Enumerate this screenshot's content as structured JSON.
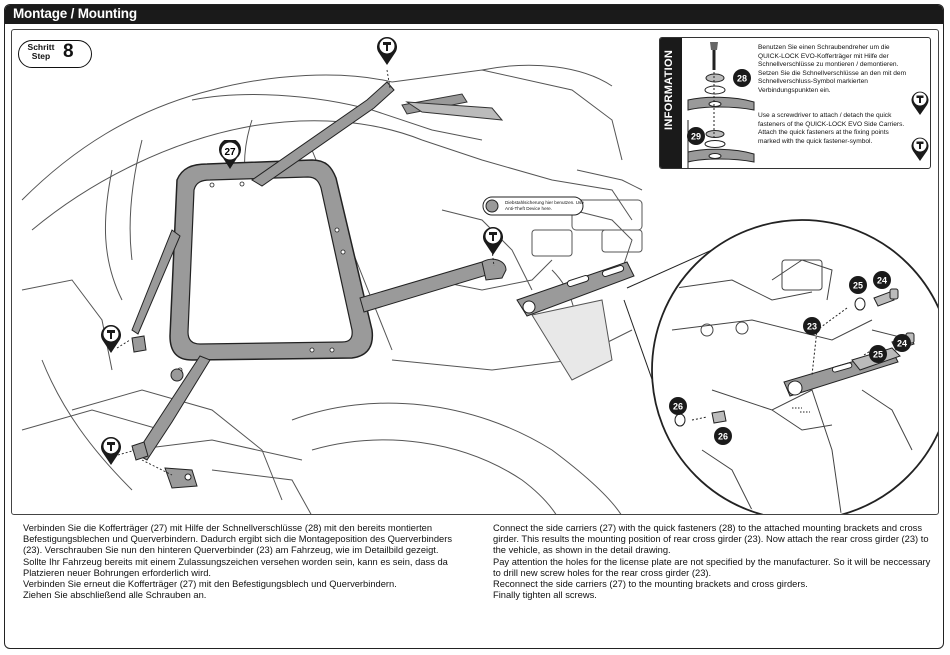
{
  "header": {
    "title": "Montage / Mounting"
  },
  "step": {
    "label_de": "Schritt",
    "label_en": "Step",
    "number": "8"
  },
  "callouts": {
    "c23": "23",
    "c24": "24",
    "c25": "25",
    "c26": "26",
    "c27": "27",
    "c28": "28",
    "c29": "29"
  },
  "tooltip": {
    "text": "Diebstahlsicherung hier benutzen. Use Anti-Theft Device here."
  },
  "information": {
    "title": "INFORMATION",
    "text_de": "Benutzen Sie einen Schraubendreher um die QUICK-LOCK EVO-Kofferträger mit Hilfe der Schnellverschlüsse zu montieren / demontieren. Setzen Sie die Schnellverschlüsse an den mit dem Schnellverschluss-Symbol markierten Verbindungspunkten ein.",
    "text_en": "Use a screwdriver to attach / detach the quick fasteners of the QUICK-LOCK EVO Side Carriers. Attach the quick fasteners at the fixing points marked with the quick fastener-symbol."
  },
  "instructions_de": [
    "Verbinden Sie die Kofferträger (27) mit Hilfe der Schnellverschlüsse (28) mit den bereits montierten Befestigungsblechen und Querverbindern. Dadurch ergibt sich die Montageposition des Querverbinders (23). Verschrauben Sie nun den hinteren Querverbinder (23) am Fahrzeug, wie im Detailbild gezeigt.",
    "Sollte Ihr Fahrzeug bereits mit einem Zulassungszeichen versehen worden sein, kann es sein, dass da Platzieren neuer Bohrungen erforderlich wird.",
    "Verbinden Sie erneut die Kofferträger (27) mit den Befestigungsblech und Querverbindern.",
    "Ziehen Sie abschließend alle Schrauben an."
  ],
  "instructions_en": [
    "Connect the side carriers (27) with the quick fasteners (28) to the attached mounting brackets and cross girder. This results the mounting position of rear cross girder (23). Now attach the rear cross girder (23) to the vehicle, as shown in the detail drawing.",
    "Pay attention the holes for the license plate are not specified by the manufacturer. So it will be neccessary to drill new screw holes for the rear cross girder (23).",
    "Reconnect the side carriers (27) to the mounting brackets and cross girders.",
    "Finally tighten all screws."
  ],
  "icons": [
    "quick-fastener-symbol-icon",
    "screwdriver-icon"
  ]
}
